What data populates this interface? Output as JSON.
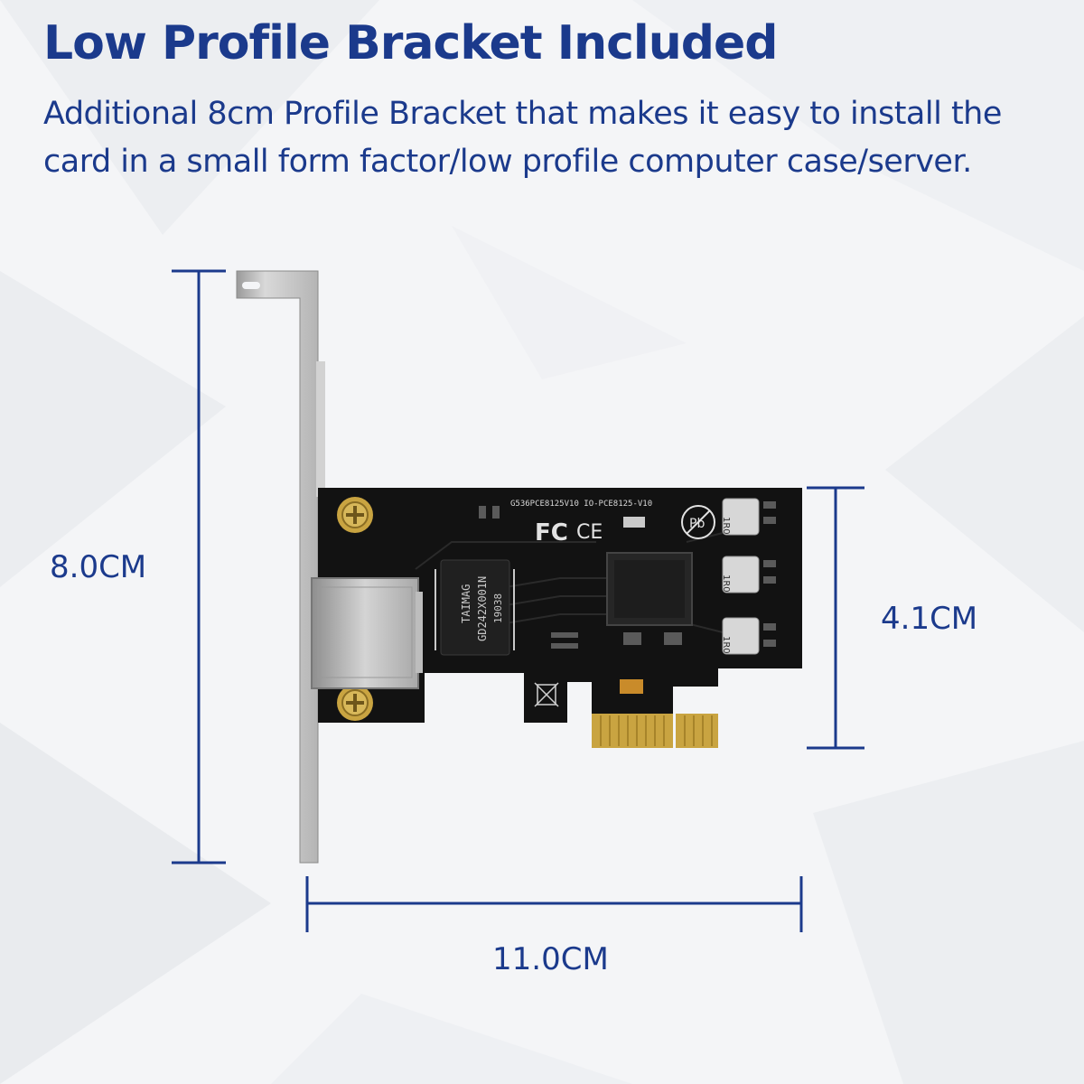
{
  "header": {
    "title": "Low Profile Bracket Included",
    "description": "Additional 8cm Profile Bracket that makes it easy to install the card in a small form factor/low profile computer case/server."
  },
  "dimensions": {
    "bracket_height": "8.0CM",
    "card_height": "4.1CM",
    "card_width": "11.0CM"
  },
  "board": {
    "model_text": "G536PCE8125V10  IO-PCE8125-V10",
    "transformer_text": [
      "TAIMAG",
      "GD242X001N",
      "19038"
    ],
    "inductor_text": "1R0",
    "cert_marks": [
      "FC",
      "CE",
      "Pb"
    ]
  },
  "colors": {
    "accent": "#1b3a8c",
    "background": "#f4f5f7",
    "pcb": "#121212",
    "gold_fingers": "#c9a441",
    "bracket": "#c8c8c8"
  }
}
